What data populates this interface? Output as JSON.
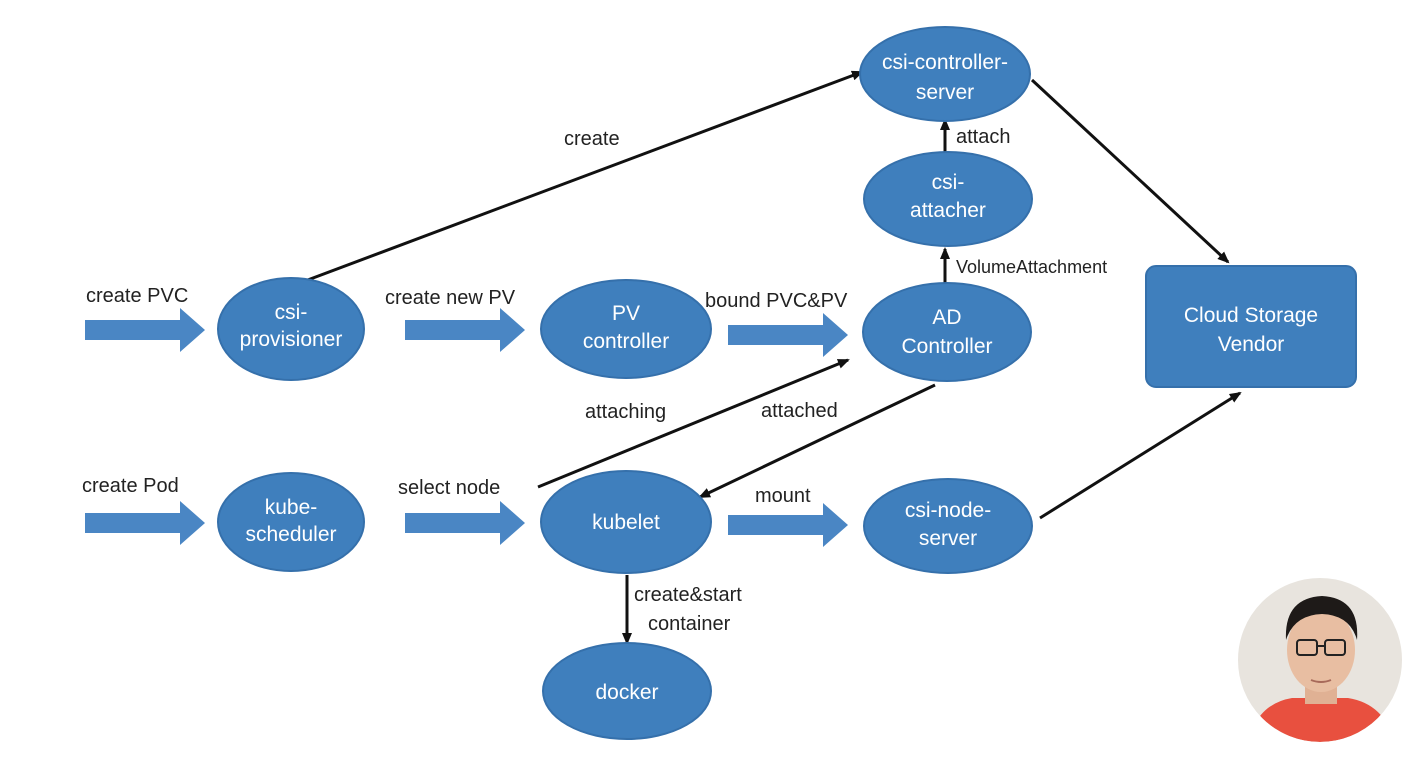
{
  "colors": {
    "node_fill": "#3f7fbd",
    "node_stroke": "#3570ab",
    "block_arrow": "#4a86c4",
    "edge": "#111111",
    "text": "#222222",
    "node_text": "#ffffff"
  },
  "nodes": {
    "csi_controller_server": [
      "csi-controller-",
      "server"
    ],
    "csi_attacher": [
      "csi-",
      "attacher"
    ],
    "csi_provisioner": [
      "csi-",
      "provisioner"
    ],
    "pv_controller": [
      "PV",
      "controller"
    ],
    "ad_controller": [
      "AD",
      "Controller"
    ],
    "cloud_storage_vendor": [
      "Cloud Storage",
      "Vendor"
    ],
    "kube_scheduler": [
      "kube-",
      "scheduler"
    ],
    "kubelet": [
      "kubelet"
    ],
    "csi_node_server": [
      "csi-node-",
      "server"
    ],
    "docker": [
      "docker"
    ]
  },
  "labels": {
    "create": "create",
    "attach": "attach",
    "volume_attachment": "VolumeAttachment",
    "create_pvc": "create PVC",
    "create_new_pv": "create new PV",
    "bound_pvc_pv": "bound PVC&PV",
    "attaching": "attaching",
    "attached": "attached",
    "create_pod": "create Pod",
    "select_node": "select node",
    "mount": "mount",
    "create_start_1": "create&start",
    "create_start_2": "container"
  },
  "presenter": {
    "icon": "person-video-icon"
  }
}
